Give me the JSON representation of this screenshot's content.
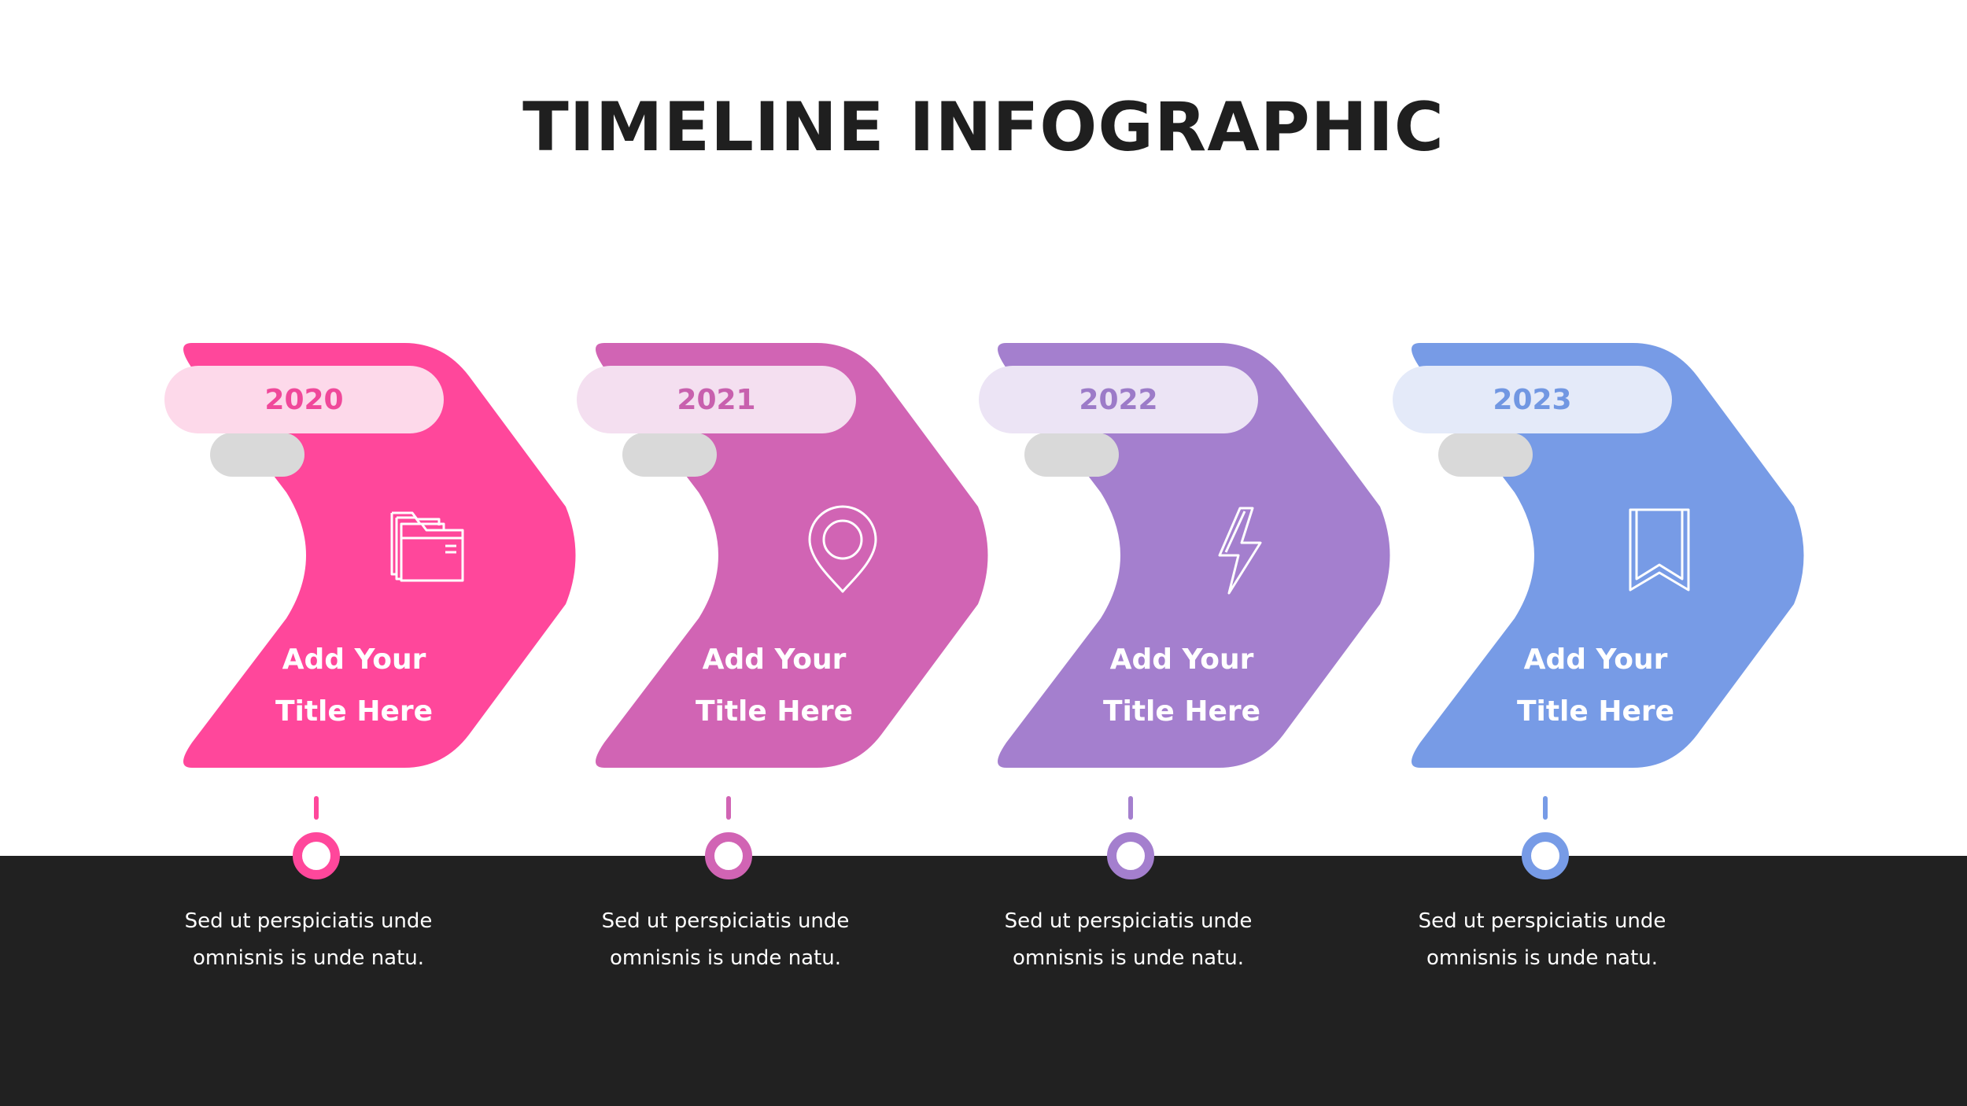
{
  "title": "TIMELINE INFOGRAPHIC",
  "steps": [
    {
      "year": "2020",
      "title_line1": "Add Your",
      "title_line2": "Title Here",
      "desc_line1": "Sed ut perspiciatis unde",
      "desc_line2": "omnisnis is unde natu.",
      "icon": "folder-icon",
      "color": "#FF479B",
      "pill_color": "#FDD9EA",
      "year_color": "#F0489A"
    },
    {
      "year": "2021",
      "title_line1": "Add Your",
      "title_line2": "Title Here",
      "desc_line1": "Sed ut perspiciatis unde",
      "desc_line2": "omnisnis is unde natu.",
      "icon": "location-pin-icon",
      "color": "#D164B4",
      "pill_color": "#F4DFF0",
      "year_color": "#C860AE"
    },
    {
      "year": "2022",
      "title_line1": "Add Your",
      "title_line2": "Title Here",
      "desc_line1": "Sed ut perspiciatis unde",
      "desc_line2": "omnisnis is unde natu.",
      "icon": "lightning-icon",
      "color": "#A47FCE",
      "pill_color": "#ECE4F5",
      "year_color": "#9C7BC8"
    },
    {
      "year": "2023",
      "title_line1": "Add Your",
      "title_line2": "Title Here",
      "desc_line1": "Sed ut perspiciatis unde",
      "desc_line2": "omnisnis is unde natu.",
      "icon": "bookmark-icon",
      "color": "#779BE6",
      "pill_color": "#E4EAF9",
      "year_color": "#7197E2"
    }
  ]
}
